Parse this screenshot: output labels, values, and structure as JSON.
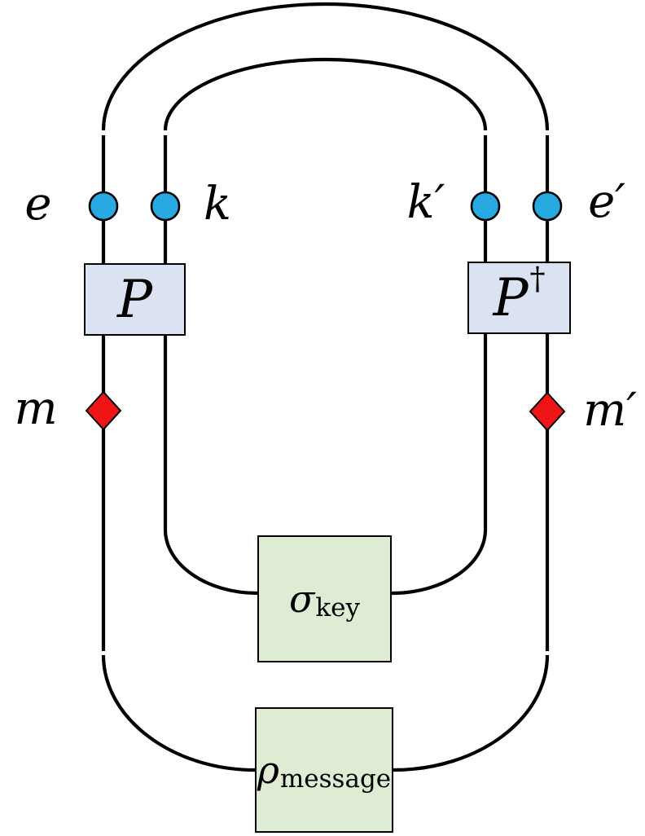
{
  "diagram": {
    "wire_labels": {
      "e": "e",
      "k": "k",
      "k_prime": "k′",
      "e_prime": "e′",
      "m": "m",
      "m_prime": "m′"
    },
    "gates": {
      "p": {
        "base": "P"
      },
      "p_dagger": {
        "base": "P",
        "superscript": "†"
      }
    },
    "states": {
      "sigma_key": {
        "symbol": "σ",
        "subscript": "key"
      },
      "rho_message": {
        "symbol": "ρ",
        "subscript": "message"
      }
    },
    "colors": {
      "wire": "#000000",
      "node_fill": "#29a9e1",
      "node_stroke": "#000000",
      "diamond_fill": "#ed1515",
      "diamond_stroke": "#000000",
      "gate_fill": "#dbe3f3",
      "state_fill": "#dfecd4",
      "box_stroke": "#000000"
    }
  }
}
